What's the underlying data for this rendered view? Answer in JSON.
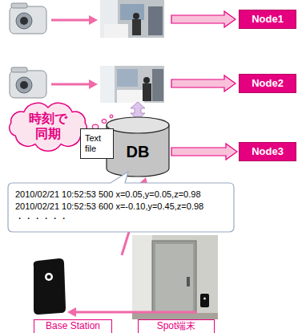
{
  "diagram": {
    "nodes": [
      {
        "text": [
          "Node1"
        ]
      },
      {
        "text": [
          "Node2"
        ]
      },
      {
        "text": [
          "時刻で同期"
        ]
      },
      {
        "text": [
          "Text file"
        ]
      },
      {
        "text": [
          "DB"
        ]
      },
      {
        "text": [
          "Node3"
        ]
      },
      {
        "text": [
          "2010/02/21 10:52:53 500 x=0.05,y=0.05,z=0.98 2010/02/21 10:52:53 600 x=-0.10,y=0.45,z=0.98 ・・・・・・"
        ]
      },
      {
        "text": [
          "Base Station"
        ]
      },
      {
        "text": [
          "Spot端末"
        ]
      }
    ],
    "edges": [
      {
        "from": 4,
        "to": 5,
        "arrow": "to"
      }
    ]
  }
}
